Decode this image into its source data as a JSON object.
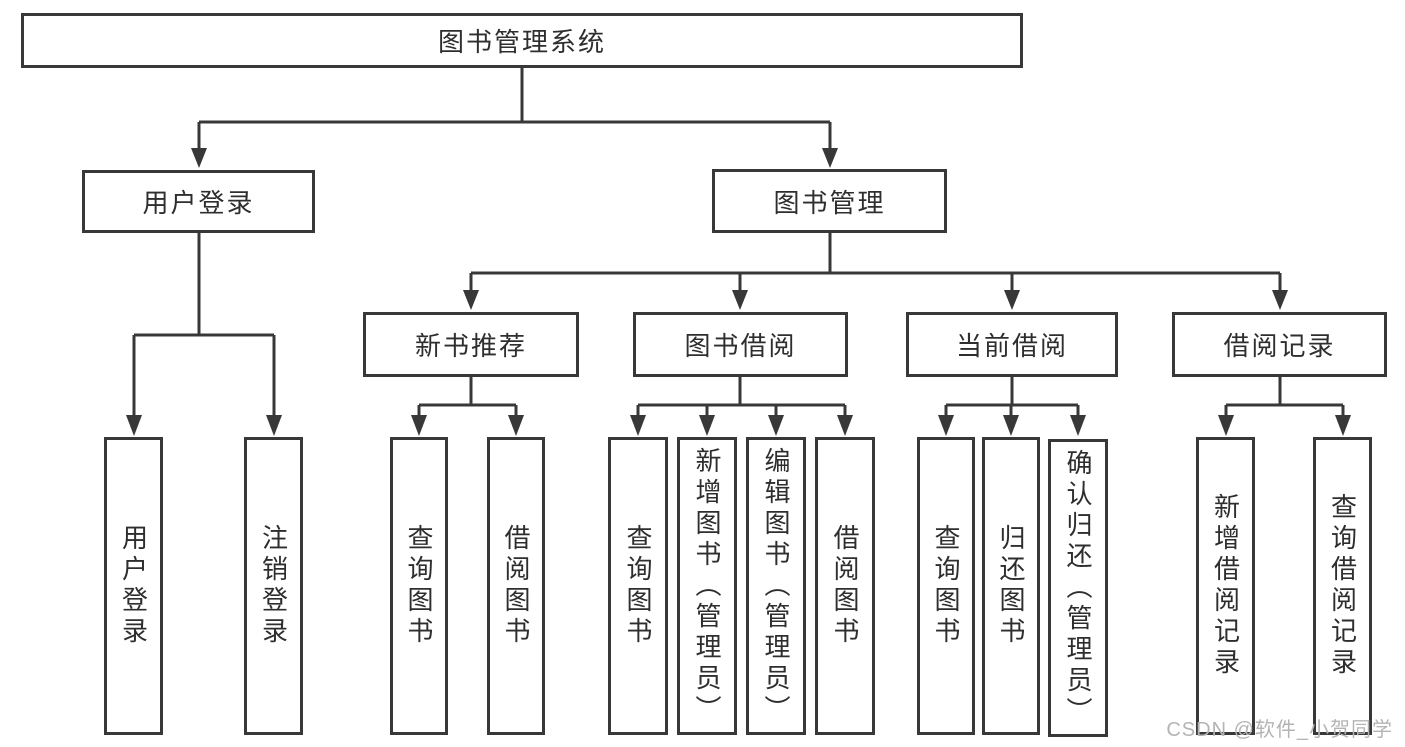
{
  "tree": {
    "root": "图书管理系统",
    "user_login": {
      "label": "用户登录",
      "children": [
        "用户登录",
        "注销登录"
      ]
    },
    "book_management": {
      "label": "图书管理",
      "sections": [
        {
          "label": "新书推荐",
          "children": [
            "查询图书",
            "借阅图书"
          ]
        },
        {
          "label": "图书借阅",
          "children": [
            "查询图书",
            "新增图书（管理员）",
            "编辑图书（管理员）",
            "借阅图书"
          ]
        },
        {
          "label": "当前借阅",
          "children": [
            "查询图书",
            "归还图书",
            "确认归还（管理员）"
          ]
        },
        {
          "label": "借阅记录",
          "children": [
            "新增借阅记录",
            "查询借阅记录"
          ]
        }
      ]
    }
  },
  "watermark": "CSDN @软件_小贺同学",
  "colors": {
    "line": "#383838",
    "text": "#2e2e2e",
    "watermark": "#b4b4b4",
    "background": "#ffffff"
  }
}
